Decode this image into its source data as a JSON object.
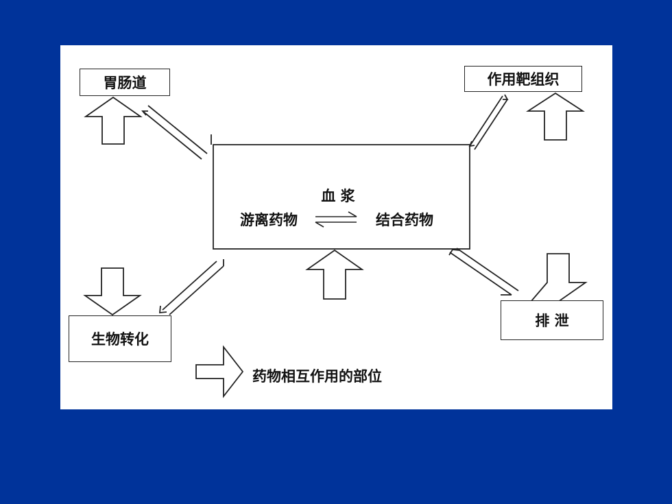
{
  "nodes": {
    "gi_tract": "胃肠道",
    "target_tissue": "作用靶组织",
    "plasma": "血 浆",
    "free_drug": "游离药物",
    "bound_drug": "结合药物",
    "biotransformation": "生物转化",
    "excretion": "排 泄"
  },
  "legend": {
    "text": "药物相互作用的部位"
  },
  "colors": {
    "slide_background": "#00339a",
    "panel_background": "#ffffff",
    "stroke": "#222222"
  },
  "icons": {
    "equilibrium": "equilibrium-arrows-icon",
    "block_arrow": "block-arrow-icon"
  }
}
